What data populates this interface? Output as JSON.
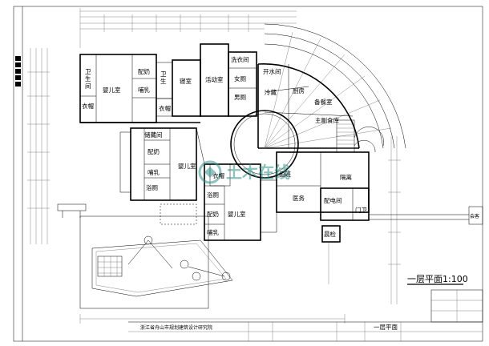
{
  "rooms": {
    "baby1": "婴儿室",
    "toilet1": "卫\n生\n间",
    "wardrobe1": "衣帽",
    "milk1": "配奶",
    "feed1": "哺乳",
    "toilet2": "卫\n生",
    "bedroom": "寝室",
    "wardrobe2": "衣帽",
    "activity": "活动室",
    "laundry": "洗衣间",
    "female_wc": "女厕",
    "male_wc": "男厕",
    "boiler": "开水间",
    "cold": "冷藏",
    "kitchen": "厨房",
    "prep": "备餐室",
    "staple": "主副食库",
    "storage": "储藏间",
    "milk2": "配奶",
    "feed2": "哺乳",
    "bath1": "浴厕",
    "baby2": "婴儿室",
    "wardrobe3": "衣帽",
    "bath2": "浴厕",
    "milk3": "配奶",
    "feed3": "哺乳",
    "baby3": "婴儿室",
    "duty": "值班",
    "isolation": "隔离",
    "medical": "医务",
    "power": "配电间",
    "guard": "门卫",
    "morning_check": "晨检",
    "gallery": "会客"
  },
  "plan_title": "一层平面1:100",
  "sheet_title": "一层平面",
  "watermark": "土木在线",
  "footer_org": "浙江省舟山市规划建筑设计研究院"
}
